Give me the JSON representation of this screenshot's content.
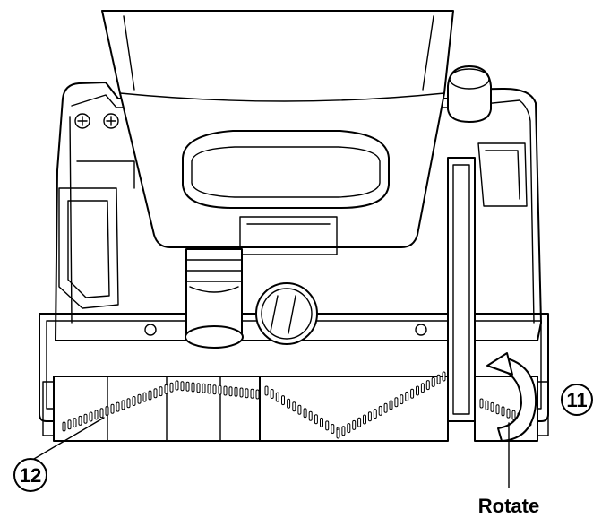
{
  "callouts": [
    {
      "id": "11",
      "label": "11"
    },
    {
      "id": "12",
      "label": "12"
    }
  ],
  "caption": "Rotate",
  "colors": {
    "line": "#000000",
    "background": "#ffffff"
  }
}
